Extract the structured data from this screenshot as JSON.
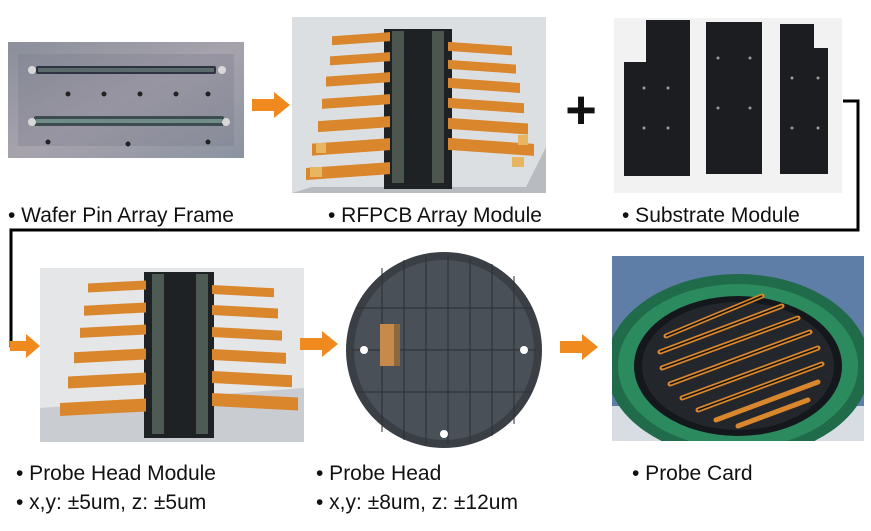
{
  "stages": [
    {
      "id": "wafer_frame",
      "bullets": [
        "• Wafer Pin Array Frame"
      ]
    },
    {
      "id": "rfpcb",
      "bullets": [
        "• RFPCB Array Module"
      ]
    },
    {
      "id": "substrate",
      "bullets": [
        "• Substrate Module"
      ]
    },
    {
      "id": "probe_head_module",
      "bullets": [
        "• Probe Head Module",
        "• x,y: ±5um, z: ±5um"
      ]
    },
    {
      "id": "probe_head",
      "bullets": [
        "• Probe Head",
        "• x,y: ±8um, z: ±12um"
      ]
    },
    {
      "id": "probe_card",
      "bullets": [
        "• Probe Card"
      ]
    }
  ],
  "plus_symbol": "+",
  "colors": {
    "arrow": "#f0891e",
    "connector": "#000000",
    "pcb_orange": "#d9862c",
    "dark_module": "#202225"
  }
}
